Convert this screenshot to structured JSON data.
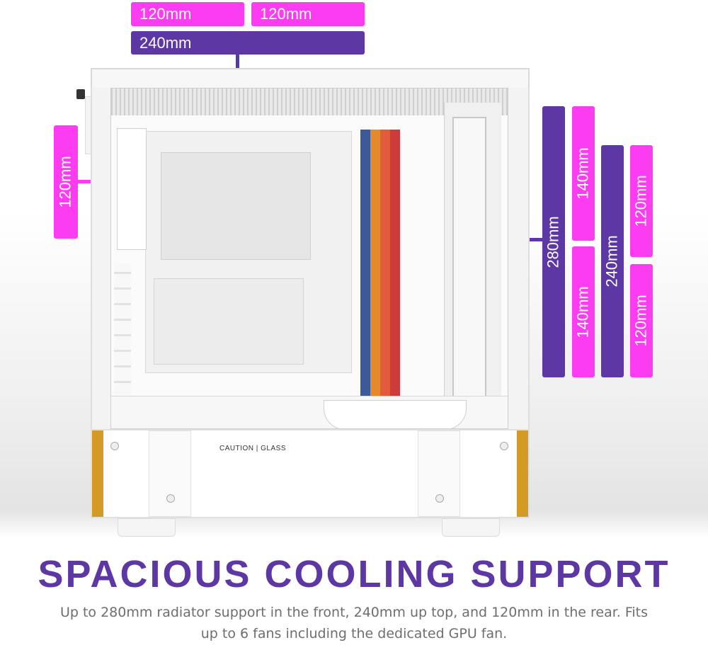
{
  "labels": {
    "top_left": "120mm",
    "top_right": "120mm",
    "top_combined": "240mm",
    "rear": "120mm",
    "front_280": "280mm",
    "front_140_top": "140mm",
    "front_140_bottom": "140mm",
    "front_240": "240mm",
    "front_120_top": "120mm",
    "front_120_bottom": "120mm"
  },
  "case": {
    "caution_text": "CAUTION | GLASS"
  },
  "headline": "SPACIOUS COOLING SUPPORT",
  "description": "Up to 280mm radiator support in the front, 240mm up top, and 120mm in the rear. Fits up to 6 fans including the dedicated GPU fan.",
  "colors": {
    "pink": "#fb3cf0",
    "purple": "#5d37a3",
    "gold": "#d39a26"
  },
  "icons": [
    "screw-icon",
    "handle-icon"
  ]
}
